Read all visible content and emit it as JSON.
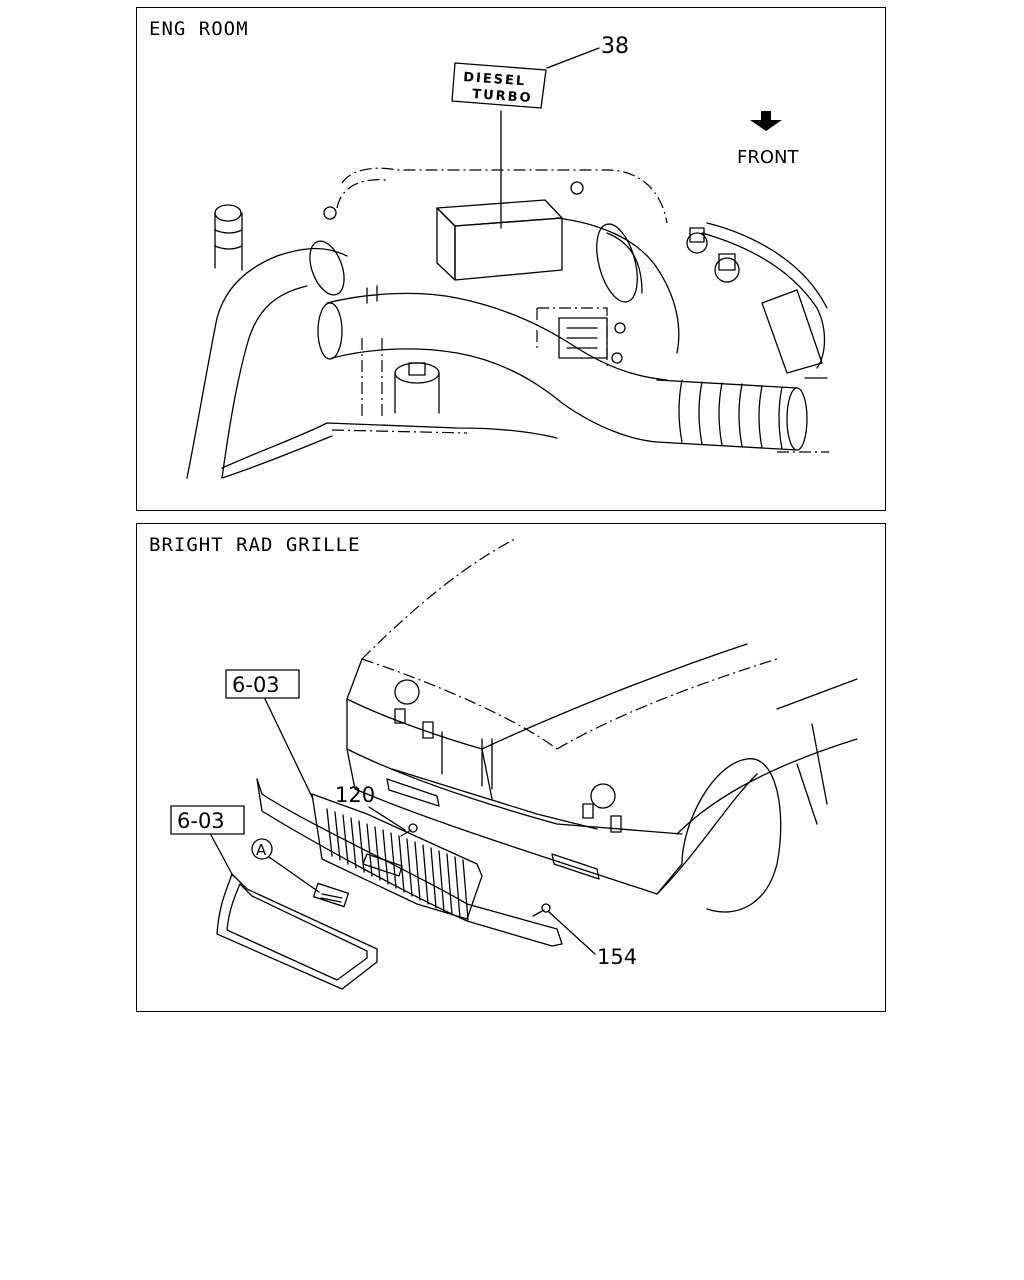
{
  "panels": {
    "eng_room": {
      "title": "ENG ROOM",
      "callout_38": "38",
      "label_line1": "DIESEL",
      "label_line2": "TURBO",
      "front_label": "FRONT"
    },
    "grille": {
      "title": "BRIGHT RAD GRILLE",
      "ref_box_1": "6-03",
      "ref_box_2": "6-03",
      "callout_120": "120",
      "callout_154": "154",
      "marker_a": "A"
    }
  }
}
